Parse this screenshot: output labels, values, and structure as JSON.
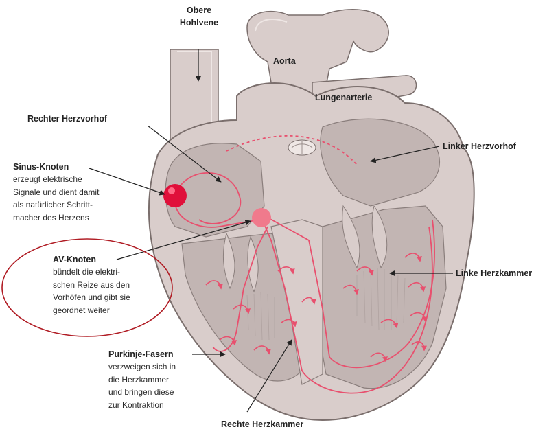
{
  "labels": {
    "vena_cava": [
      "Obere",
      "Hohlvene"
    ],
    "aorta": "Aorta",
    "pulmonary_artery": "Lungenarterie",
    "right_atrium": "Rechter Herzvorhof",
    "left_atrium": "Linker Herzvorhof",
    "sinus_node": {
      "title": "Sinus-Knoten",
      "lines": [
        "erzeugt elektrische",
        "Signale und dient damit",
        "als natürlicher Schritt-",
        "macher des Herzens"
      ]
    },
    "av_node": {
      "title": "AV-Knoten",
      "lines": [
        "bündelt die elektri-",
        "schen Reize aus den",
        "Vorhöfen und gibt sie",
        "geordnet weiter"
      ]
    },
    "left_ventricle": "Linke Herzkammer",
    "purkinje": {
      "title": "Purkinje-Fasern",
      "lines": [
        "verzweigen sich in",
        "die Herzkammer",
        "und bringen diese",
        "zur Kontraktion"
      ]
    },
    "right_ventricle": "Rechte Herzkammer"
  },
  "colors": {
    "heart_wall": "#d9cdcb",
    "heart_outline": "#7a6e6c",
    "chamber": "#c2b5b3",
    "signal": "#e8506e",
    "sinus_node": "#e0103a",
    "av_node": "#f07a8c",
    "highlight_ellipse": "#b01c24"
  }
}
